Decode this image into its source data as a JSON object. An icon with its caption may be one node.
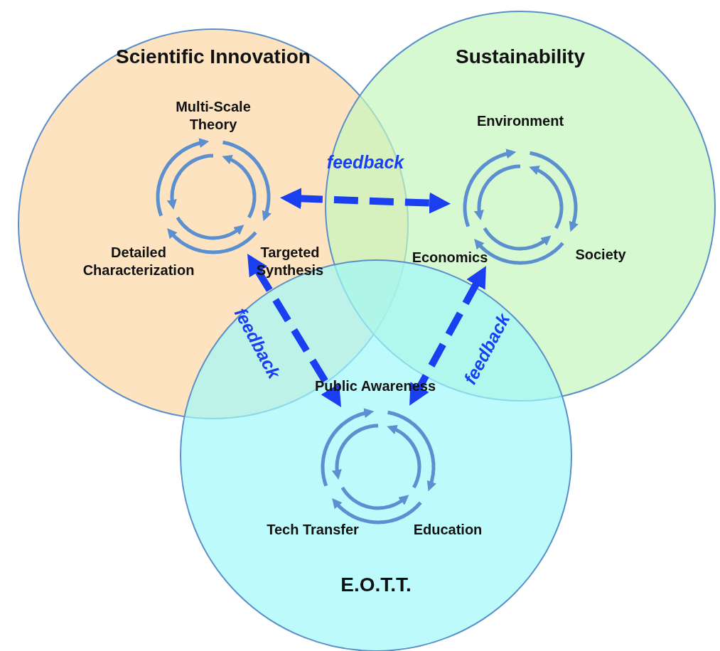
{
  "diagram": {
    "nodes": [
      {
        "text": [
          "Scientific Innovation"
        ]
      },
      {
        "text": [
          "Sustainability"
        ]
      },
      {
        "text": [
          "E.O.T.T."
        ]
      },
      {
        "text": [],
        "shape": "circle",
        "in": 0
      },
      {
        "text": [],
        "shape": "circle",
        "in": 1
      },
      {
        "text": [],
        "shape": "circle",
        "in": 2
      }
    ],
    "edges": [
      {
        "from": 3,
        "to": 4,
        "arrow": "both",
        "style": "dashed",
        "label": "feedback"
      },
      {
        "from": 3,
        "to": 5,
        "arrow": "both",
        "style": "dashed",
        "label": "feedback"
      },
      {
        "from": 4,
        "to": 5,
        "arrow": "both",
        "style": "dashed",
        "label": "feedback"
      }
    ],
    "labels": [
      "Multi-Scale Theory",
      "Environment",
      "Detailed Characterization",
      "Targeted Synthesis",
      "Economics",
      "Society",
      "Public Awareness",
      "Tech Transfer",
      "Education"
    ]
  }
}
